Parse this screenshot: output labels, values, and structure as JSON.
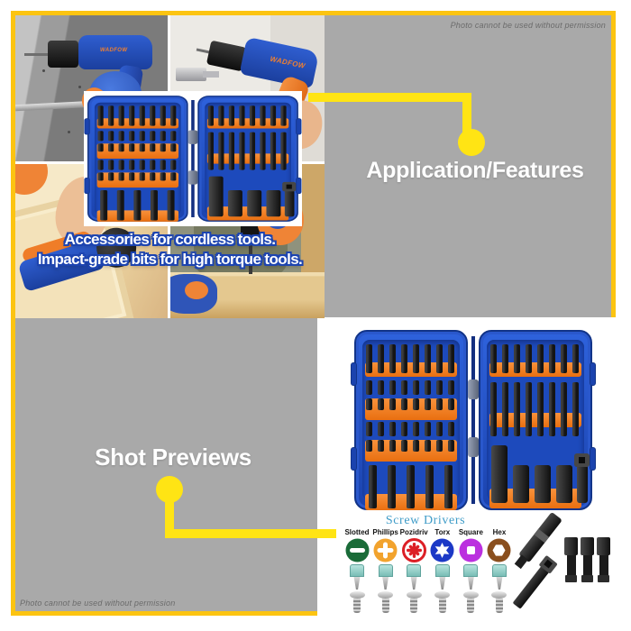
{
  "frame": {
    "border_color": "#fcc411",
    "inner_background": "#a9a9a9"
  },
  "notices": {
    "top_right": "Photo cannot be used without permission",
    "bottom_left": "Photo cannot be used without permission"
  },
  "callouts": {
    "line_color": "#ffe414",
    "application_features": {
      "label": "Application/Features"
    },
    "shot_previews": {
      "label": "Shot Previews"
    }
  },
  "collage": {
    "brand": "WADFOW",
    "caption_line1": "Accessories for cordless tools.",
    "caption_line2": "Impact-grade bits for high torque tools."
  },
  "shot_preview_panel": {
    "screw_drivers_title": "Screw Drivers",
    "title_color": "#3f9cc8",
    "screw_types": [
      {
        "label": "Slotted",
        "style": "slotted",
        "circle_color": "#1a6b38"
      },
      {
        "label": "Phillips",
        "style": "phillips",
        "circle_color": "#f2a32d"
      },
      {
        "label": "Pozidriv",
        "style": "pozidriv",
        "circle_color": "#dc1f26"
      },
      {
        "label": "Torx",
        "style": "torx",
        "circle_color": "#1c39c6"
      },
      {
        "label": "Square",
        "style": "square",
        "circle_color": "#bb30df"
      },
      {
        "label": "Hex",
        "style": "hex",
        "circle_color": "#8a4f1e"
      }
    ],
    "case": {
      "shell_color": "#1e4ec2",
      "holder_color": "#f47c20",
      "bit_color": "#1f1f1f",
      "left_rows": [
        "bits8",
        "double8",
        "double8",
        "long5"
      ],
      "right_rows": [
        "bits8",
        "longbits8",
        "sockets"
      ]
    },
    "accessories": [
      "magnetic-bit-holder",
      "socket-adapter",
      "nut-setter",
      "nut-setter",
      "nut-setter"
    ]
  }
}
